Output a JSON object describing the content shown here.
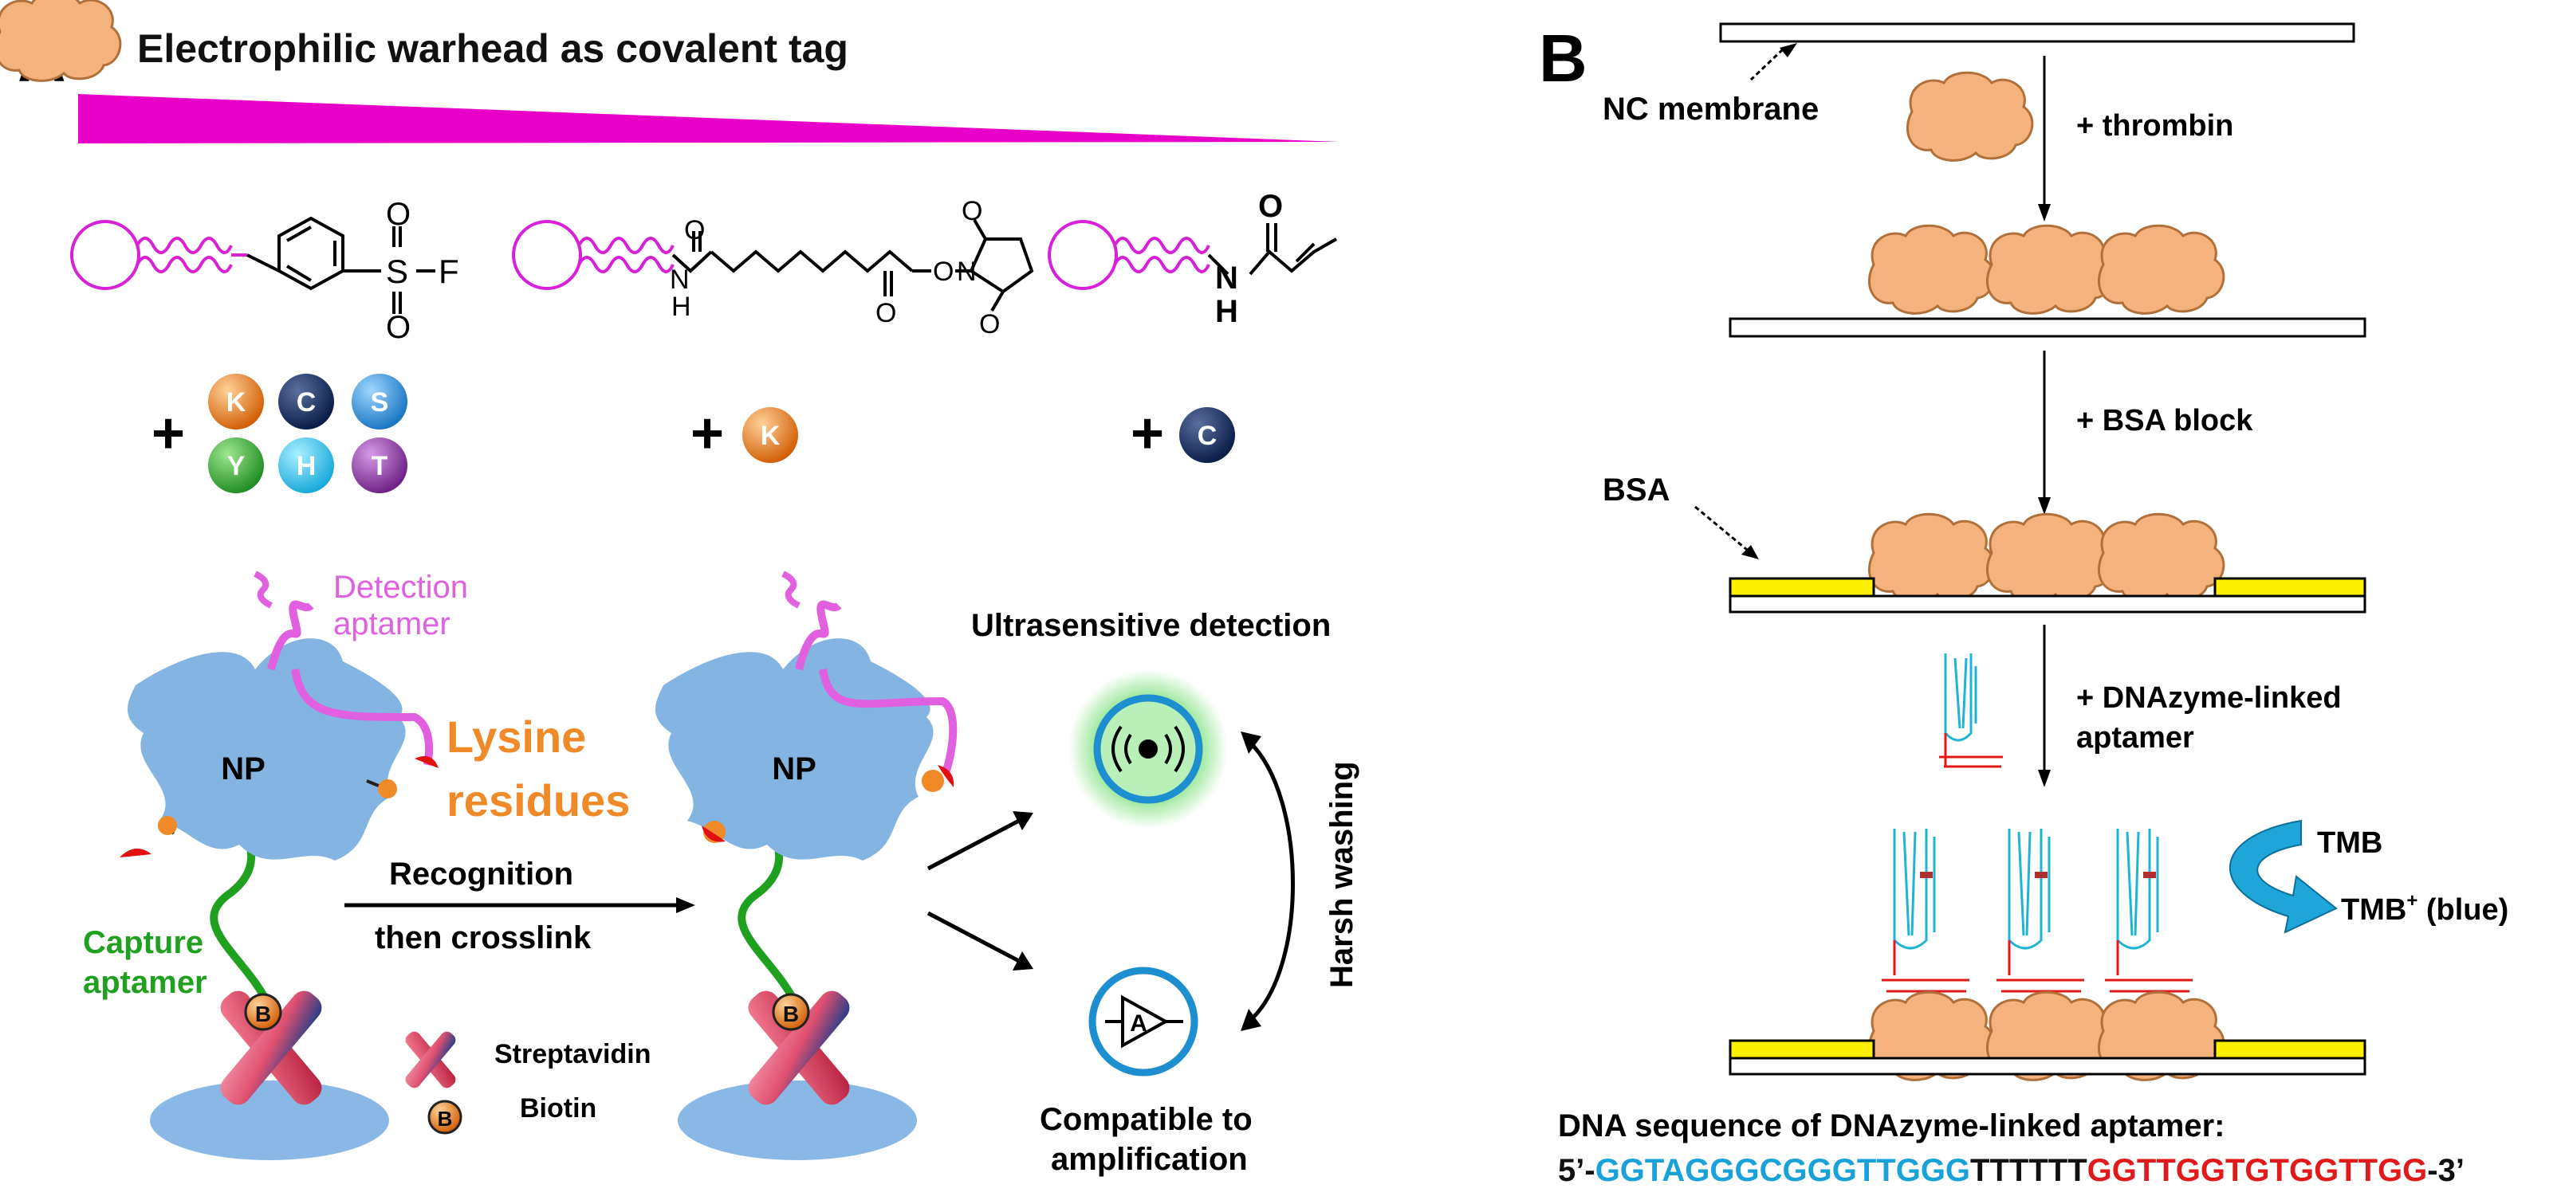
{
  "panel_a": {
    "letter": "A",
    "title": "Electrophilic warhead as covalent tag",
    "warheads": {
      "sulfonyl_fluoride": {
        "s": "S",
        "f": "F",
        "o1": "O",
        "o2": "O",
        "residues": [
          "K",
          "C",
          "S",
          "Y",
          "H",
          "T"
        ]
      },
      "nhs_ester": {
        "o1": "O",
        "o2": "O",
        "o3": "O",
        "o4": "O",
        "o5": "O",
        "n1": "N",
        "h1": "H",
        "n2": "N",
        "residues": [
          "K"
        ]
      },
      "acrylamide": {
        "o": "O",
        "n": "N",
        "h": "H",
        "residues": [
          "C"
        ]
      },
      "plus": "+"
    },
    "labels": {
      "detection_aptamer_1": "Detection",
      "detection_aptamer_2": "aptamer",
      "lysine_1": "Lysine",
      "lysine_2": "residues",
      "np": "NP",
      "capture_1": "Capture",
      "capture_2": "aptamer",
      "recognition": "Recognition",
      "crosslink": "then crosslink",
      "ultrasensitive": "Ultrasensitive detection",
      "harsh_washing": "Harsh washing",
      "compatible_1": "Compatible to",
      "compatible_2": "amplification",
      "streptavidin": "Streptavidin",
      "biotin": "Biotin",
      "biotin_letter": "B",
      "amp_letter": "A"
    }
  },
  "panel_b": {
    "letter": "B",
    "nc_membrane": "NC membrane",
    "bsa": "BSA",
    "steps": [
      "+ thrombin",
      "+ BSA block",
      "+ DNAzyme-linked",
      "aptamer"
    ],
    "tmb": "TMB",
    "tmb_plus": "TMB",
    "tmb_sup": "+",
    "tmb_blue": " (blue)",
    "dna_title": "DNA sequence of DNAzyme-linked aptamer:",
    "dna": {
      "prefix": "5’-",
      "cyan": "GGTAGGGCGGGTTGGG",
      "black": "TTTTTT",
      "red": "GGTTGGTGTGGTTGG",
      "suffix": "-3’"
    }
  },
  "colors": {
    "magenta": "#e800c8",
    "aptamer_pink": "#e060e0",
    "protein_blue": "#84b4e2",
    "capture_green": "#1fa01f",
    "lysine_orange": "#f08a28",
    "thrombin_fill": "#f4b27c",
    "thrombin_edge": "#b0703a",
    "bsa_yellow": "#ffef00",
    "cyan_seq": "#18a2d8",
    "red_seq": "#e01a1a"
  }
}
